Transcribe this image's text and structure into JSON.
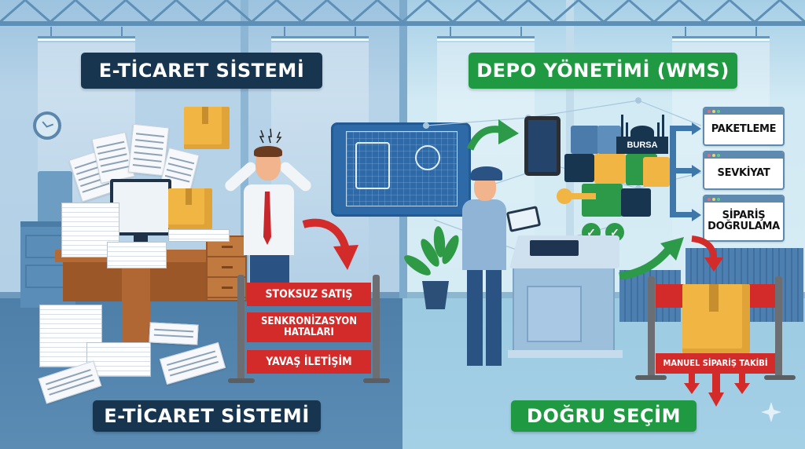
{
  "left_panel": {
    "title": "E-TİCARET SİSTEMİ",
    "problems": [
      "STOKSUZ SATIŞ",
      "SENKRONİZASYON HATALARI",
      "YAVAŞ İLETİŞİM"
    ],
    "footer_label": "E-TİCARET SİSTEMİ",
    "title_color": "#183550"
  },
  "right_panel": {
    "title": "DEPO YÖNETİMİ (WMS)",
    "city_tag": "BURSA",
    "processes": [
      "PAKETLEME",
      "SEVKİYAT",
      "SİPARİŞ DOĞRULAMA"
    ],
    "barrier_label": "MANUEL SİPARİŞ TAKİBİ",
    "footer_label": "DOĞRU SEÇİM",
    "title_color": "#1f9a43",
    "check_marks": [
      "✓",
      "✓"
    ]
  },
  "colors": {
    "problem_red": "#d32a2a",
    "success_green": "#1f9a43",
    "navy": "#183550",
    "flow_blue": "#3f77ab"
  },
  "icons": {
    "clock": "clock-icon",
    "boxes": "cardboard-box-icon",
    "blueprint": "blueprint-icon",
    "tablet": "rugged-tablet-icon",
    "key": "key-icon",
    "puzzle": "puzzle-icon",
    "mosque": "mosque-skyline-icon",
    "check": "check-circle-icon",
    "sparkle": "sparkle-icon"
  }
}
